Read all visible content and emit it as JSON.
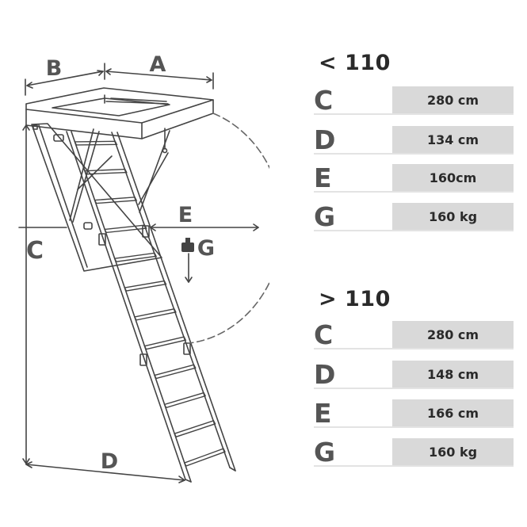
{
  "diagram": {
    "labels": {
      "a": "A",
      "b": "B",
      "c": "C",
      "d": "D",
      "e": "E",
      "g": "G"
    },
    "colors": {
      "line": "#444444",
      "letter": "#555555",
      "dash": "#666666"
    }
  },
  "groups": [
    {
      "title": "< 110",
      "rows": [
        {
          "letter": "C",
          "value": "280 cm"
        },
        {
          "letter": "D",
          "value": "134 cm"
        },
        {
          "letter": "E",
          "value": "160cm"
        },
        {
          "letter": "G",
          "value": "160 kg"
        }
      ]
    },
    {
      "title": "> 110",
      "rows": [
        {
          "letter": "C",
          "value": "280 cm"
        },
        {
          "letter": "D",
          "value": "148 cm"
        },
        {
          "letter": "E",
          "value": "166 cm"
        },
        {
          "letter": "G",
          "value": "160 kg"
        }
      ]
    }
  ],
  "colors": {
    "value_bg": "#d9d9d9",
    "row_line": "#e3e3e3",
    "text": "#2a2a2a"
  }
}
